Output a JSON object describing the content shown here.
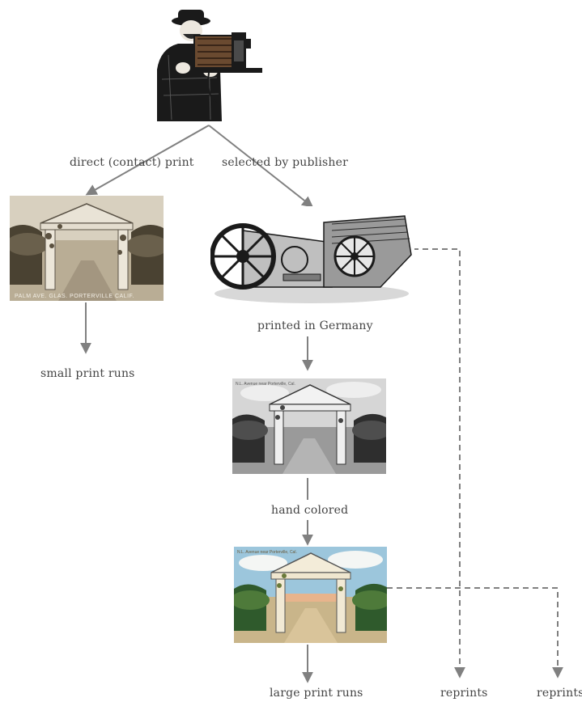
{
  "labels": {
    "direct": "direct (contact) print",
    "selected": "selected by publisher",
    "small": "small print runs",
    "germany": "printed in Germany",
    "hand": "hand colored",
    "large": "large print runs",
    "reprints1": "reprints",
    "reprints2": "reprints"
  },
  "images": {
    "photo_caption": "PALM AVE. GLAS. PORTERVILLE CALIF.",
    "card_caption": "N.L. Avenue near Porterville, Cal."
  },
  "colors": {
    "arrow": "#808080",
    "ink": "#1a1a1a",
    "sepia": "#b5a88e",
    "sky_blue": "#9cc6dc"
  }
}
